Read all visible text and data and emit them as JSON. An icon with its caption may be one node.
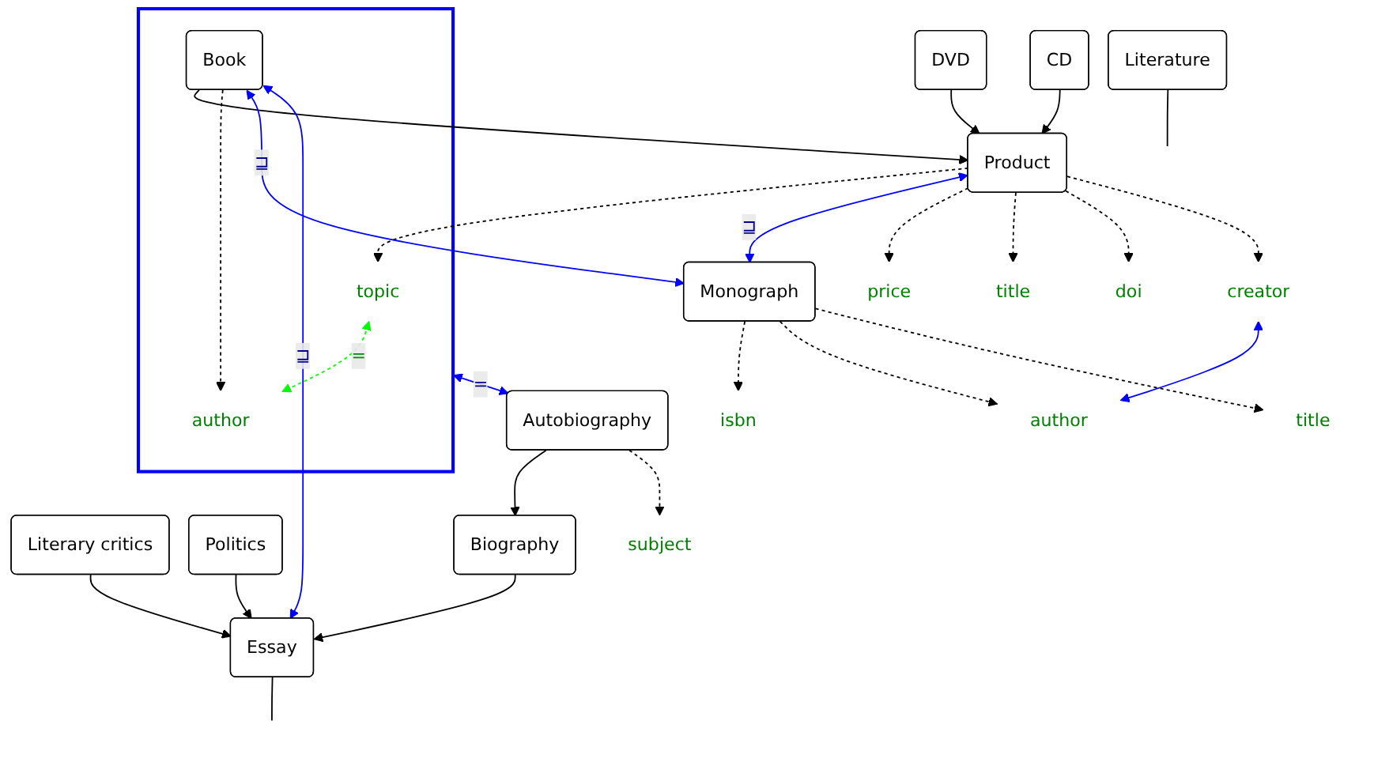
{
  "diagram": {
    "nodes": [
      {
        "text": [
          "Product"
        ]
      },
      {
        "text": [
          "price"
        ]
      },
      {
        "text": [
          "title"
        ]
      },
      {
        "text": [
          "doi"
        ]
      },
      {
        "text": [
          "creator"
        ]
      },
      {
        "text": [],
        "shape": "box"
      },
      {
        "text": [
          "topic"
        ],
        "in": 5
      },
      {
        "text": [
          "Book"
        ],
        "in": 5
      },
      {
        "text": [
          "author"
        ],
        "in": 5
      },
      {
        "text": [
          "DVD"
        ]
      },
      {
        "text": [
          "CD"
        ]
      },
      {
        "text": [
          "Monograph"
        ]
      },
      {
        "text": [
          "isbn"
        ]
      },
      {
        "text": [
          "author"
        ]
      },
      {
        "text": [
          "title"
        ]
      },
      {
        "text": [
          "Essay"
        ]
      },
      {
        "text": [
          "Literary critics"
        ]
      },
      {
        "text": [
          "Politics"
        ]
      },
      {
        "text": [
          "Biography"
        ]
      },
      {
        "text": [
          "subject"
        ]
      },
      {
        "text": [
          "Autobiography"
        ]
      },
      {
        "text": [
          "Literature"
        ]
      }
    ],
    "edges": [
      {
        "from": 0,
        "to": 11,
        "arrow": "both",
        "label": "⊒",
        "color": "#0000ff"
      },
      {
        "from": 0,
        "to": 1,
        "arrow": "to",
        "style": "dashed"
      },
      {
        "from": 0,
        "to": 2,
        "arrow": "to",
        "style": "dashed"
      },
      {
        "from": 0,
        "to": 3,
        "arrow": "to",
        "style": "dashed"
      },
      {
        "from": 0,
        "to": 4,
        "arrow": "to",
        "style": "dashed"
      },
      {
        "from": 0,
        "to": 6,
        "arrow": "to",
        "style": "dashed"
      },
      {
        "from": 7,
        "to": 0,
        "arrow": "to"
      },
      {
        "from": 9,
        "to": 0,
        "arrow": "to"
      },
      {
        "from": 10,
        "to": 0,
        "arrow": "to"
      },
      {
        "from": 7,
        "to": 8,
        "arrow": "to",
        "style": "dashed"
      },
      {
        "from": 6,
        "to": 8,
        "arrow": "both",
        "label": "=",
        "style": "dashed",
        "color": "#00ff00"
      },
      {
        "from": 7,
        "to": 11,
        "arrow": "both",
        "label": "⊒",
        "color": "#0000ff"
      },
      {
        "from": 4,
        "to": 13,
        "arrow": "both",
        "color": "#0000ff"
      },
      {
        "from": 7,
        "to": 15,
        "arrow": "both",
        "label": "⊒",
        "color": "#0000ff"
      },
      {
        "from": 5,
        "to": 20,
        "arrow": "both",
        "label": "=",
        "color": "#0000ff"
      },
      {
        "from": 11,
        "to": 12,
        "arrow": "to",
        "style": "dashed"
      },
      {
        "from": 11,
        "to": 13,
        "arrow": "to",
        "style": "dashed"
      },
      {
        "from": 11,
        "to": 14,
        "arrow": "to",
        "style": "dashed"
      },
      {
        "from": 16,
        "to": 15,
        "arrow": "to"
      },
      {
        "from": 17,
        "to": 15,
        "arrow": "to"
      },
      {
        "from": 18,
        "to": 15,
        "arrow": "to"
      },
      {
        "from": 20,
        "to": 18,
        "arrow": "to"
      },
      {
        "from": 20,
        "to": 19,
        "arrow": "to",
        "style": "dashed"
      },
      {
        "from": 15,
        "to": null,
        "arrow": "none"
      },
      {
        "from": 21,
        "to": null,
        "arrow": "none"
      }
    ]
  }
}
